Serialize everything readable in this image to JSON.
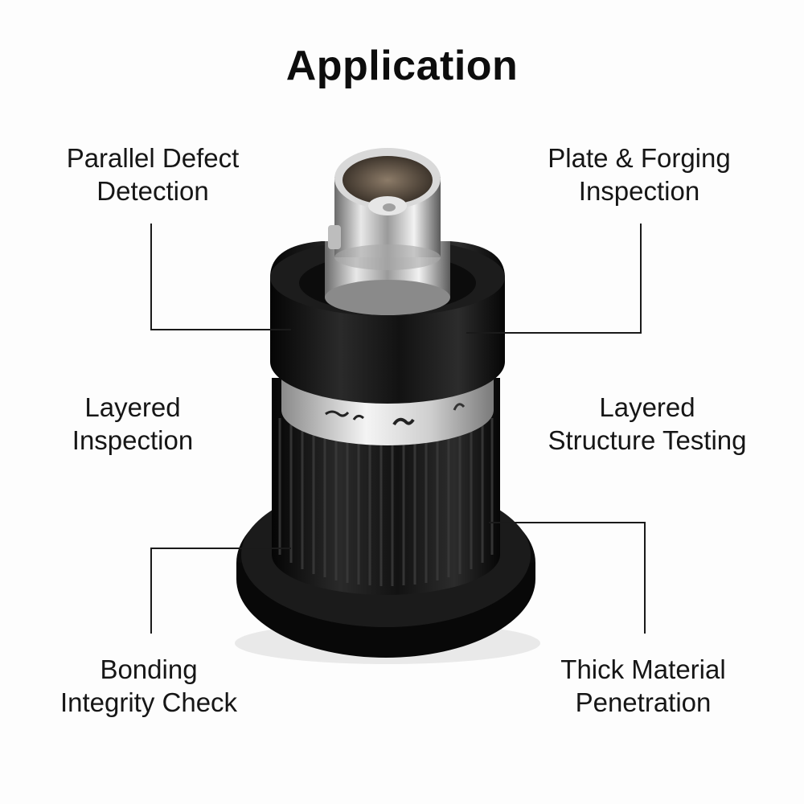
{
  "title": "Application",
  "callouts": {
    "parallel_defect": {
      "line1": "Parallel Defect",
      "line2": "Detection"
    },
    "plate_forging": {
      "line1": "Plate & Forging",
      "line2": "Inspection"
    },
    "layered_inspection": {
      "line1": "Layered",
      "line2": "Inspection"
    },
    "layered_structure": {
      "line1": "Layered",
      "line2": "Structure Testing"
    },
    "bonding_integrity": {
      "line1": "Bonding",
      "line2": "Integrity Check"
    },
    "thick_material": {
      "line1": "Thick Material",
      "line2": "Penetration"
    }
  },
  "colors": {
    "background": "#fdfdfd",
    "text": "#161616",
    "body_black": "#141414",
    "metal": "#c9c9c9"
  }
}
